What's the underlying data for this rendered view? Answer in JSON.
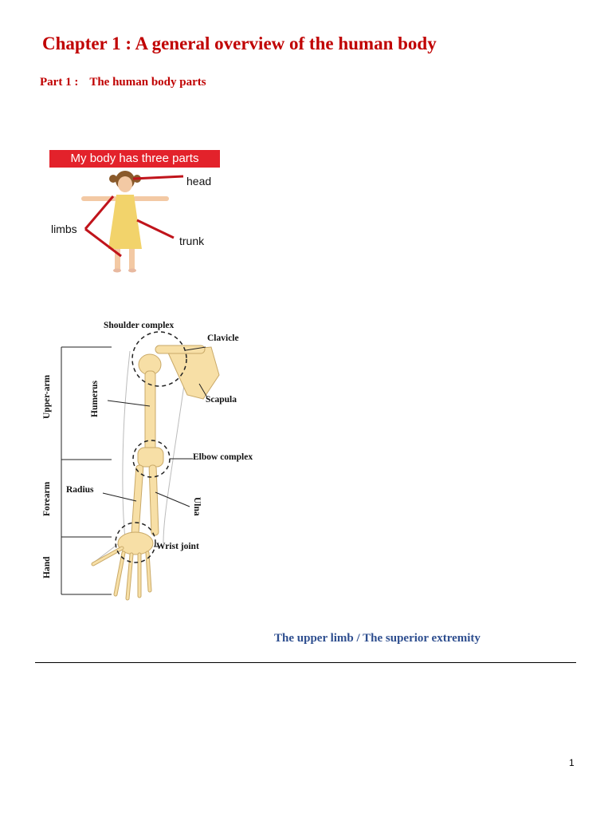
{
  "document": {
    "chapter_title": "Chapter 1 : A general overview of the human body",
    "part_number": "Part 1 :",
    "part_title": "The human body parts",
    "caption": "The upper limb / The superior extremity",
    "page_number": "1"
  },
  "body_parts_figure": {
    "banner": "My body has three parts",
    "labels": {
      "head": "head",
      "limbs": "limbs",
      "trunk": "trunk"
    },
    "colors": {
      "banner": "#e3222b",
      "arrows": "#c0141b",
      "dress": "#f2d36b"
    }
  },
  "arm_figure": {
    "labels": {
      "shoulder_complex": "Shoulder complex",
      "clavicle": "Clavicle",
      "scapula": "Scapula",
      "humerus": "Humerus",
      "elbow_complex": "Elbow complex",
      "radius": "Radius",
      "ulna": "Ulna",
      "wrist_joint": "Wrist joint"
    },
    "regions": {
      "upper_arm": "Upper-arm",
      "forearm": "Forearm",
      "hand": "Hand"
    },
    "colors": {
      "bone": "#f7dfa6",
      "bone_outline": "#c9a968"
    }
  }
}
